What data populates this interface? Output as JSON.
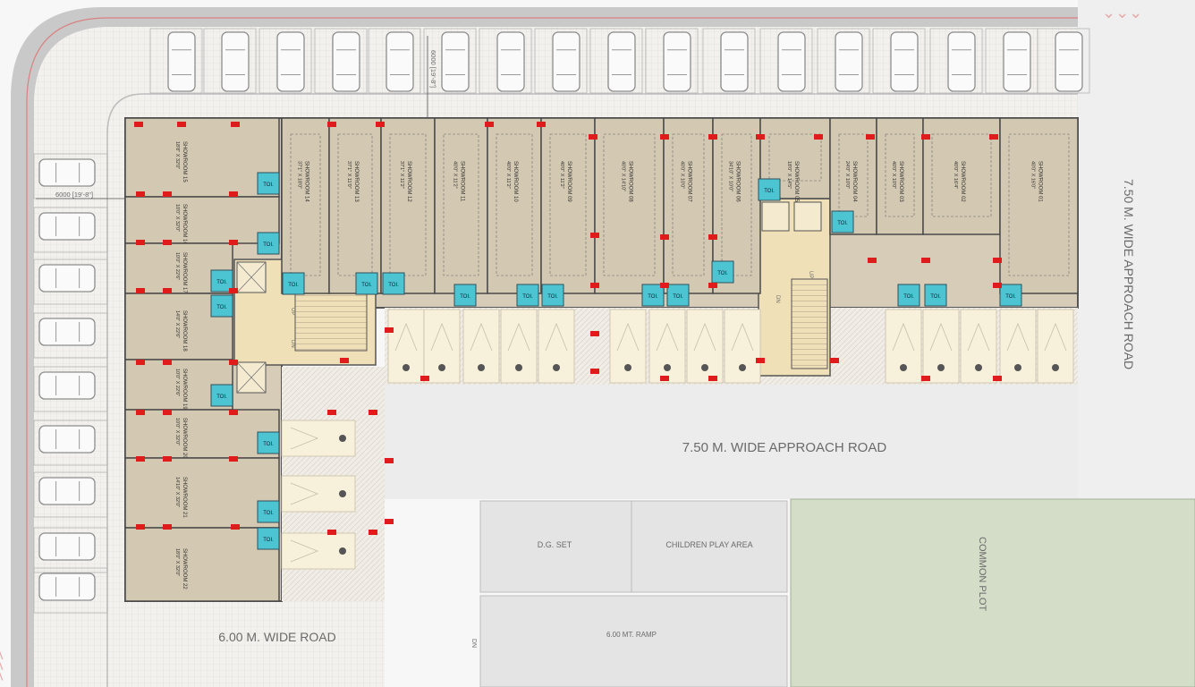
{
  "plan": {
    "roads": {
      "top_right_road": "7.50 M. WIDE APPROACH ROAD",
      "center_road": "7.50 M. WIDE APPROACH ROAD",
      "bottom_road": "6.00 M. WIDE ROAD"
    },
    "dimensions": {
      "top": "6000 [19'-8\"]",
      "left": "6000 [19'-8\"]"
    },
    "facilities": {
      "dg_set": "D.G. SET",
      "play_area": "CHILDREN PLAY AREA",
      "ramp": "6.00 MT. RAMP",
      "common_plot": "COMMON PLOT",
      "dn": "DN"
    },
    "stair_labels": {
      "up": "UP",
      "dn": "DN"
    },
    "toilet_label": "TOI.",
    "showroom_word": "SHOWROOM",
    "showrooms_top": [
      {
        "no": "14",
        "size": "37'1\" X 18'0\""
      },
      {
        "no": "13",
        "size": "37'1\" X 11'0\""
      },
      {
        "no": "12",
        "size": "37'1\" X 11'2\""
      },
      {
        "no": "11",
        "size": "40'0\" X 11'2\""
      },
      {
        "no": "10",
        "size": "40'0\" X 11'2\""
      },
      {
        "no": "09",
        "size": "40'0\" X 11'2\""
      },
      {
        "no": "08",
        "size": "40'0\" X 14'10\""
      },
      {
        "no": "07",
        "size": "40'0\" X 10'0\""
      },
      {
        "no": "06",
        "size": "34'10\" X 10'0\""
      },
      {
        "no": "05",
        "size": "18'0\" X 14'5\""
      },
      {
        "no": "04",
        "size": "24'0\" X 10'0\""
      },
      {
        "no": "03",
        "size": "40'0\" X 10'0\""
      },
      {
        "no": "02",
        "size": "40'0\" X 16'4\""
      },
      {
        "no": "01",
        "size": "40'0\" X 16'0\""
      }
    ],
    "showrooms_left": [
      {
        "no": "15",
        "size": "18'8\" X 32'0\""
      },
      {
        "no": "16",
        "size": "10'0\" X 32'0\""
      },
      {
        "no": "17",
        "size": "10'0\" X 22'6\""
      },
      {
        "no": "18",
        "size": "14'0\" X 22'6\""
      },
      {
        "no": "19",
        "size": "10'0\" X 22'6\""
      },
      {
        "no": "20",
        "size": "10'0\" X 32'0\""
      },
      {
        "no": "21",
        "size": "14'10\" X 32'0\""
      },
      {
        "no": "22",
        "size": "18'0\" X 32'0\""
      }
    ]
  }
}
